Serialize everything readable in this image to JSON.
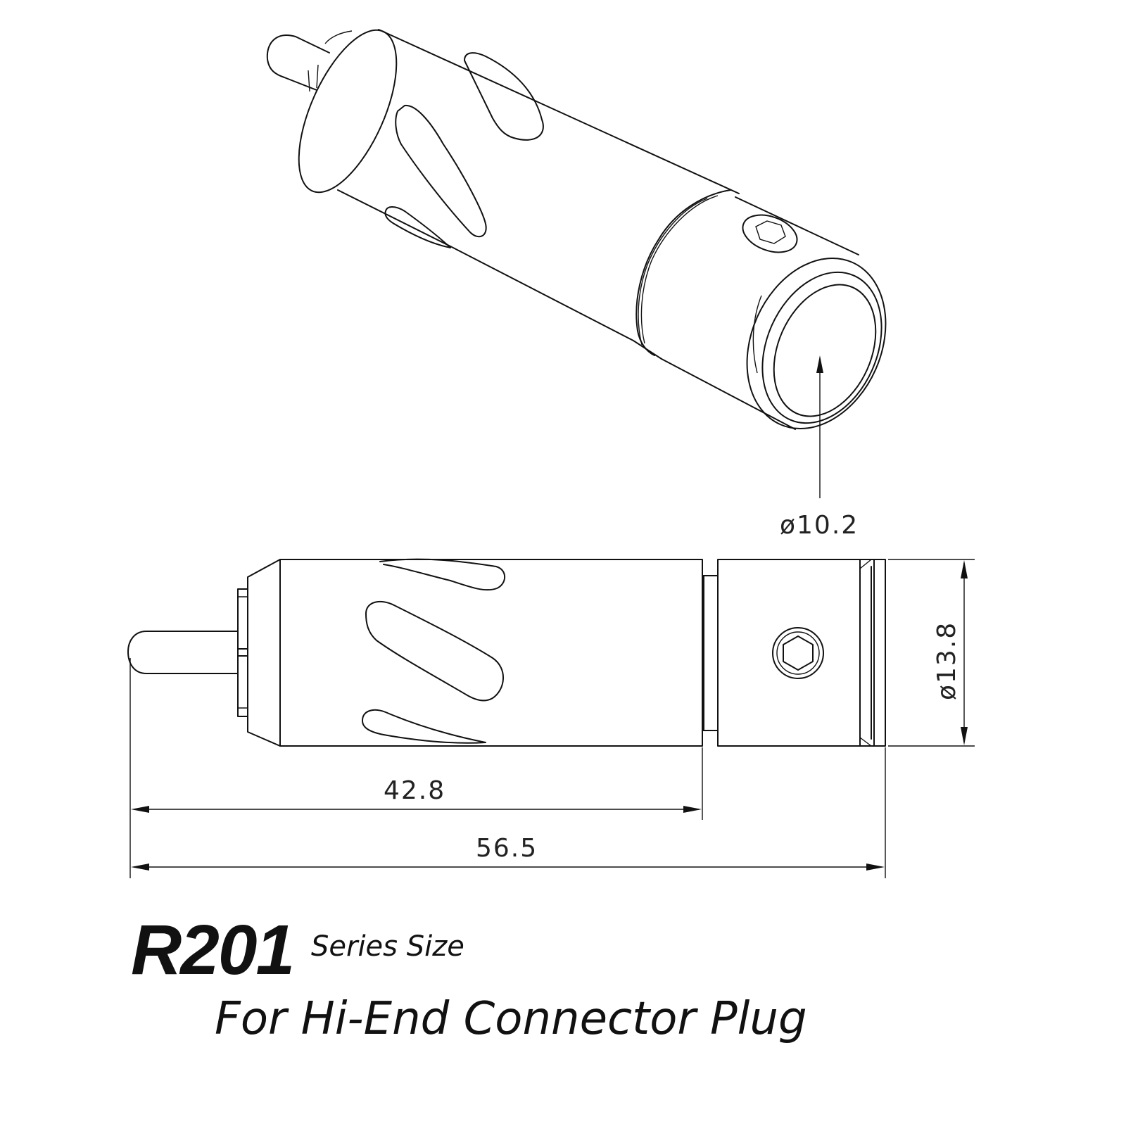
{
  "dimensions": {
    "inner_diameter": "ø10.2",
    "outer_diameter": "ø13.8",
    "body_length": "42.8",
    "total_length": "56.5"
  },
  "title": {
    "model": "R201",
    "series": "Series Size",
    "subtitle": "For Hi-End Connector Plug"
  }
}
